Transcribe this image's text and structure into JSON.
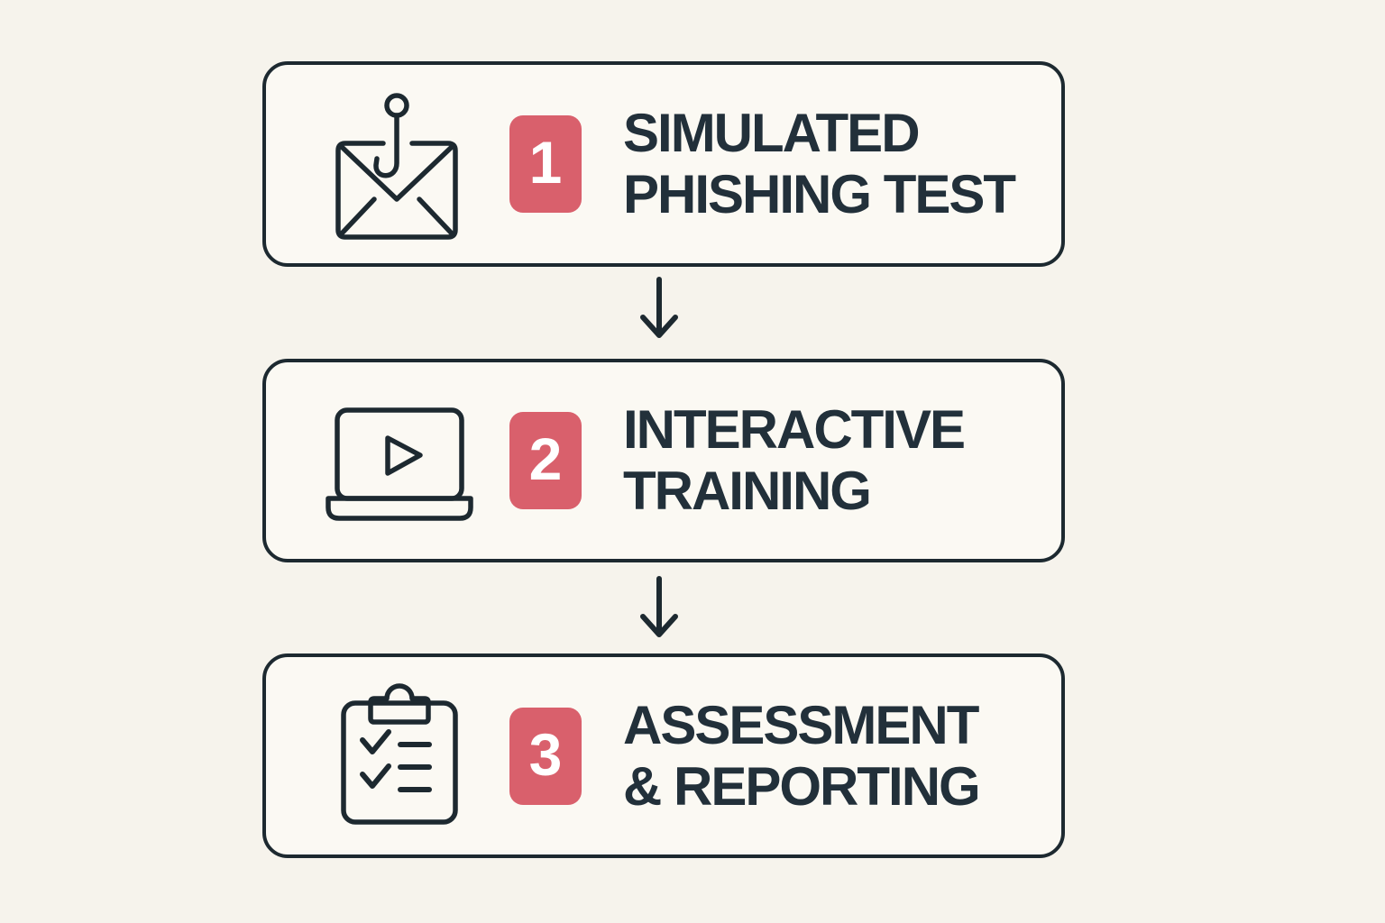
{
  "colors": {
    "background": "#f6f3ec",
    "card_fill": "#fbf9f3",
    "outline_ink": "#1d2930",
    "title_ink": "#22303a",
    "accent_red": "#d9606c",
    "badge_number_text": "#ffffff"
  },
  "steps": [
    {
      "number": "1",
      "title_line1": "SIMULATED",
      "title_line2": "PHISHING TEST",
      "icon": "phishing-hook-email-icon"
    },
    {
      "number": "2",
      "title_line1": "INTERACTIVE",
      "title_line2": "TRAINING",
      "icon": "laptop-video-play-icon"
    },
    {
      "number": "3",
      "title_line1": "ASSESSMENT",
      "title_line2": "& REPORTING",
      "icon": "clipboard-checklist-icon"
    }
  ],
  "connectors": [
    {
      "icon": "arrow-down-icon"
    },
    {
      "icon": "arrow-down-icon"
    }
  ]
}
